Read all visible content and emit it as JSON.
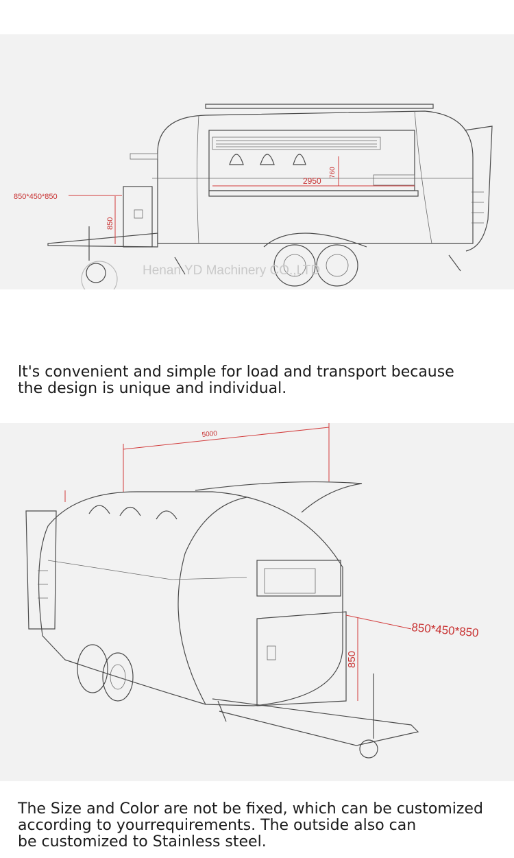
{
  "figure1": {
    "dimension_size": "850*450*850",
    "dimension_height": "850",
    "dimension_counter_height": "760",
    "dimension_counter_length": "2950",
    "watermark_text": "Henan YD Machinery CO.,LTD"
  },
  "caption1": "lt's convenient and simple for load and transport because\nthe design is unique and individual.",
  "figure2": {
    "dimension_length": "5000",
    "dimension_size": "850*450*850",
    "dimension_height": "850"
  },
  "caption2": "The Size and Color are not be fixed, which can be customized\naccording to yourrequirements. The outside also can\nbe customized to Stainless steel.",
  "colors": {
    "dimension_red": "#d23b3b",
    "panel_bg": "#f2f2f2",
    "text": "#1b1b1b"
  }
}
